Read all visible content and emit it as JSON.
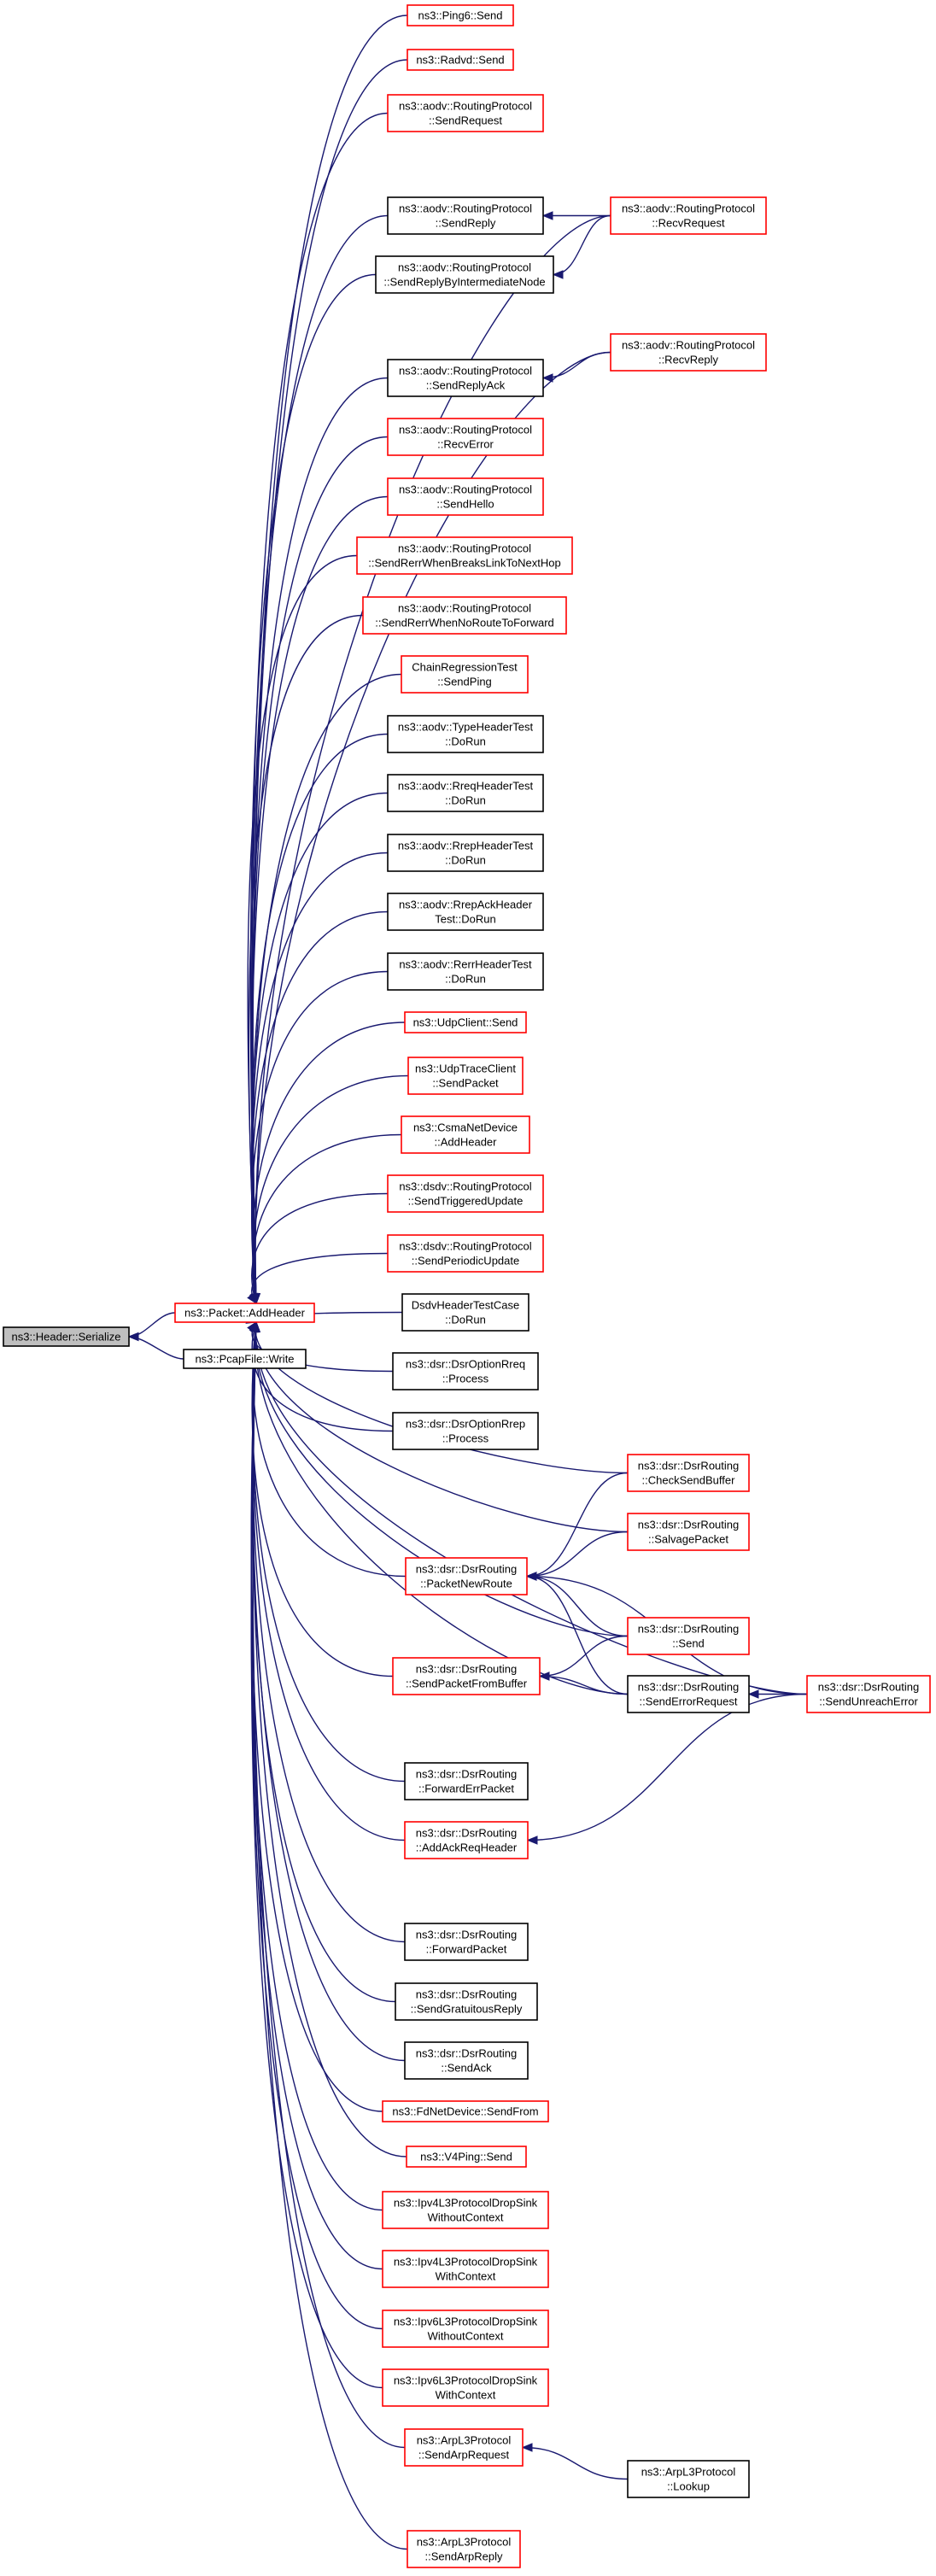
{
  "colors": {
    "edge": "#191970",
    "border_linked": "#ff0000",
    "border_plain": "#000000",
    "focus_fill": "#bfbfbf",
    "node_fill": "#ffffff"
  },
  "focus_node": {
    "id": "serialize",
    "lines": [
      "ns3::Header::Serialize"
    ]
  },
  "nodes": [
    {
      "id": "serialize",
      "lines": [
        "ns3::Header::Serialize"
      ],
      "style": "focus"
    },
    {
      "id": "addheader",
      "lines": [
        "ns3::Packet::AddHeader"
      ],
      "style": "linked"
    },
    {
      "id": "pcapwrite",
      "lines": [
        "ns3::PcapFile::Write"
      ],
      "style": "plain"
    },
    {
      "id": "ping6send",
      "lines": [
        "ns3::Ping6::Send"
      ],
      "style": "linked"
    },
    {
      "id": "radvdsend",
      "lines": [
        "ns3::Radvd::Send"
      ],
      "style": "linked"
    },
    {
      "id": "aodv_sendrequest",
      "lines": [
        "ns3::aodv::RoutingProtocol",
        "::SendRequest"
      ],
      "style": "linked"
    },
    {
      "id": "aodv_sendreply",
      "lines": [
        "ns3::aodv::RoutingProtocol",
        "::SendReply"
      ],
      "style": "plain"
    },
    {
      "id": "aodv_sendreplybyintermediate",
      "lines": [
        "ns3::aodv::RoutingProtocol",
        "::SendReplyByIntermediateNode"
      ],
      "style": "plain"
    },
    {
      "id": "aodv_sendreplyack",
      "lines": [
        "ns3::aodv::RoutingProtocol",
        "::SendReplyAck"
      ],
      "style": "plain"
    },
    {
      "id": "aodv_recverror",
      "lines": [
        "ns3::aodv::RoutingProtocol",
        "::RecvError"
      ],
      "style": "linked"
    },
    {
      "id": "aodv_sendhello",
      "lines": [
        "ns3::aodv::RoutingProtocol",
        "::SendHello"
      ],
      "style": "linked"
    },
    {
      "id": "aodv_sendrerrwhenbreaks",
      "lines": [
        "ns3::aodv::RoutingProtocol",
        "::SendRerrWhenBreaksLinkToNextHop"
      ],
      "style": "linked"
    },
    {
      "id": "aodv_sendrerrwhennoroute",
      "lines": [
        "ns3::aodv::RoutingProtocol",
        "::SendRerrWhenNoRouteToForward"
      ],
      "style": "linked"
    },
    {
      "id": "chainregression",
      "lines": [
        "ChainRegressionTest",
        "::SendPing"
      ],
      "style": "linked"
    },
    {
      "id": "typeheadertest",
      "lines": [
        "ns3::aodv::TypeHeaderTest",
        "::DoRun"
      ],
      "style": "plain"
    },
    {
      "id": "rreqheadertest",
      "lines": [
        "ns3::aodv::RreqHeaderTest",
        "::DoRun"
      ],
      "style": "plain"
    },
    {
      "id": "rrepheadertest",
      "lines": [
        "ns3::aodv::RrepHeaderTest",
        "::DoRun"
      ],
      "style": "plain"
    },
    {
      "id": "rrepackheadertest",
      "lines": [
        "ns3::aodv::RrepAckHeader",
        "Test::DoRun"
      ],
      "style": "plain"
    },
    {
      "id": "rerrheadertest",
      "lines": [
        "ns3::aodv::RerrHeaderTest",
        "::DoRun"
      ],
      "style": "plain"
    },
    {
      "id": "udpclientsend",
      "lines": [
        "ns3::UdpClient::Send"
      ],
      "style": "linked"
    },
    {
      "id": "udptraceclient",
      "lines": [
        "ns3::UdpTraceClient",
        "::SendPacket"
      ],
      "style": "linked"
    },
    {
      "id": "csmaaddheader",
      "lines": [
        "ns3::CsmaNetDevice",
        "::AddHeader"
      ],
      "style": "linked"
    },
    {
      "id": "dsdv_triggered",
      "lines": [
        "ns3::dsdv::RoutingProtocol",
        "::SendTriggeredUpdate"
      ],
      "style": "linked"
    },
    {
      "id": "dsdv_periodic",
      "lines": [
        "ns3::dsdv::RoutingProtocol",
        "::SendPeriodicUpdate"
      ],
      "style": "linked"
    },
    {
      "id": "dsdvheadertest",
      "lines": [
        "DsdvHeaderTestCase",
        "::DoRun"
      ],
      "style": "plain"
    },
    {
      "id": "dsroptionrreq",
      "lines": [
        "ns3::dsr::DsrOptionRreq",
        "::Process"
      ],
      "style": "plain"
    },
    {
      "id": "dsroptionrrep",
      "lines": [
        "ns3::dsr::DsrOptionRrep",
        "::Process"
      ],
      "style": "plain"
    },
    {
      "id": "dsr_packetnewroute",
      "lines": [
        "ns3::dsr::DsrRouting",
        "::PacketNewRoute"
      ],
      "style": "linked"
    },
    {
      "id": "dsr_sendpacketfrombuffer",
      "lines": [
        "ns3::dsr::DsrRouting",
        "::SendPacketFromBuffer"
      ],
      "style": "linked"
    },
    {
      "id": "dsr_forwarderrpacket",
      "lines": [
        "ns3::dsr::DsrRouting",
        "::ForwardErrPacket"
      ],
      "style": "plain"
    },
    {
      "id": "dsr_addackreqheader",
      "lines": [
        "ns3::dsr::DsrRouting",
        "::AddAckReqHeader"
      ],
      "style": "linked"
    },
    {
      "id": "dsr_forwardpacket",
      "lines": [
        "ns3::dsr::DsrRouting",
        "::ForwardPacket"
      ],
      "style": "plain"
    },
    {
      "id": "dsr_sendgratuitousreply",
      "lines": [
        "ns3::dsr::DsrRouting",
        "::SendGratuitousReply"
      ],
      "style": "plain"
    },
    {
      "id": "dsr_sendack",
      "lines": [
        "ns3::dsr::DsrRouting",
        "::SendAck"
      ],
      "style": "plain"
    },
    {
      "id": "fdsendfrom",
      "lines": [
        "ns3::FdNetDevice::SendFrom"
      ],
      "style": "linked"
    },
    {
      "id": "v4pingsend",
      "lines": [
        "ns3::V4Ping::Send"
      ],
      "style": "linked"
    },
    {
      "id": "ipv4dropwithout",
      "lines": [
        "ns3::Ipv4L3ProtocolDropSink",
        "WithoutContext"
      ],
      "style": "linked"
    },
    {
      "id": "ipv4dropwith",
      "lines": [
        "ns3::Ipv4L3ProtocolDropSink",
        "WithContext"
      ],
      "style": "linked"
    },
    {
      "id": "ipv6dropwithout",
      "lines": [
        "ns3::Ipv6L3ProtocolDropSink",
        "WithoutContext"
      ],
      "style": "linked"
    },
    {
      "id": "ipv6dropwith",
      "lines": [
        "ns3::Ipv6L3ProtocolDropSink",
        "WithContext"
      ],
      "style": "linked"
    },
    {
      "id": "arpsendrequest",
      "lines": [
        "ns3::ArpL3Protocol",
        "::SendArpRequest"
      ],
      "style": "linked"
    },
    {
      "id": "arpsendreply",
      "lines": [
        "ns3::ArpL3Protocol",
        "::SendArpReply"
      ],
      "style": "linked"
    },
    {
      "id": "aodv_recvrequest",
      "lines": [
        "ns3::aodv::RoutingProtocol",
        "::RecvRequest"
      ],
      "style": "linked"
    },
    {
      "id": "aodv_recvreply",
      "lines": [
        "ns3::aodv::RoutingProtocol",
        "::RecvReply"
      ],
      "style": "linked"
    },
    {
      "id": "dsr_checksendbuffer",
      "lines": [
        "ns3::dsr::DsrRouting",
        "::CheckSendBuffer"
      ],
      "style": "linked"
    },
    {
      "id": "dsr_salvagepacket",
      "lines": [
        "ns3::dsr::DsrRouting",
        "::SalvagePacket"
      ],
      "style": "linked"
    },
    {
      "id": "dsr_send",
      "lines": [
        "ns3::dsr::DsrRouting",
        "::Send"
      ],
      "style": "linked"
    },
    {
      "id": "dsr_senderrorrequest",
      "lines": [
        "ns3::dsr::DsrRouting",
        "::SendErrorRequest"
      ],
      "style": "plain"
    },
    {
      "id": "dsr_sendunreacherror",
      "lines": [
        "ns3::dsr::DsrRouting",
        "::SendUnreachError"
      ],
      "style": "linked"
    },
    {
      "id": "arplookup",
      "lines": [
        "ns3::ArpL3Protocol",
        "::Lookup"
      ],
      "style": "plain"
    }
  ],
  "edges": [
    [
      "addheader",
      "serialize"
    ],
    [
      "pcapwrite",
      "serialize"
    ],
    [
      "ping6send",
      "addheader"
    ],
    [
      "radvdsend",
      "addheader"
    ],
    [
      "aodv_sendrequest",
      "addheader"
    ],
    [
      "aodv_sendreply",
      "addheader"
    ],
    [
      "aodv_sendreplybyintermediate",
      "addheader"
    ],
    [
      "aodv_sendreplyack",
      "addheader"
    ],
    [
      "aodv_recverror",
      "addheader"
    ],
    [
      "aodv_sendhello",
      "addheader"
    ],
    [
      "aodv_sendrerrwhenbreaks",
      "addheader"
    ],
    [
      "aodv_sendrerrwhennoroute",
      "addheader"
    ],
    [
      "chainregression",
      "addheader"
    ],
    [
      "typeheadertest",
      "addheader"
    ],
    [
      "rreqheadertest",
      "addheader"
    ],
    [
      "rrepheadertest",
      "addheader"
    ],
    [
      "rrepackheadertest",
      "addheader"
    ],
    [
      "rerrheadertest",
      "addheader"
    ],
    [
      "udpclientsend",
      "addheader"
    ],
    [
      "udptraceclient",
      "addheader"
    ],
    [
      "csmaaddheader",
      "addheader"
    ],
    [
      "dsdv_triggered",
      "addheader"
    ],
    [
      "dsdv_periodic",
      "addheader"
    ],
    [
      "dsdvheadertest",
      "addheader"
    ],
    [
      "dsroptionrreq",
      "addheader"
    ],
    [
      "dsroptionrrep",
      "addheader"
    ],
    [
      "dsr_packetnewroute",
      "addheader"
    ],
    [
      "dsr_sendpacketfrombuffer",
      "addheader"
    ],
    [
      "dsr_forwarderrpacket",
      "addheader"
    ],
    [
      "dsr_addackreqheader",
      "addheader"
    ],
    [
      "dsr_forwardpacket",
      "addheader"
    ],
    [
      "dsr_sendgratuitousreply",
      "addheader"
    ],
    [
      "dsr_sendack",
      "addheader"
    ],
    [
      "fdsendfrom",
      "addheader"
    ],
    [
      "v4pingsend",
      "addheader"
    ],
    [
      "ipv4dropwithout",
      "addheader"
    ],
    [
      "ipv4dropwith",
      "addheader"
    ],
    [
      "ipv6dropwithout",
      "addheader"
    ],
    [
      "ipv6dropwith",
      "addheader"
    ],
    [
      "arpsendrequest",
      "addheader"
    ],
    [
      "arpsendreply",
      "addheader"
    ],
    [
      "aodv_recvrequest",
      "addheader"
    ],
    [
      "aodv_recvreply",
      "addheader"
    ],
    [
      "dsr_checksendbuffer",
      "addheader"
    ],
    [
      "dsr_salvagepacket",
      "addheader"
    ],
    [
      "dsr_send",
      "addheader"
    ],
    [
      "dsr_senderrorrequest",
      "addheader"
    ],
    [
      "dsr_sendunreacherror",
      "addheader"
    ],
    [
      "aodv_recvrequest",
      "aodv_sendreply"
    ],
    [
      "aodv_recvrequest",
      "aodv_sendreplybyintermediate"
    ],
    [
      "aodv_recvreply",
      "aodv_sendreplyack"
    ],
    [
      "dsr_checksendbuffer",
      "dsr_packetnewroute"
    ],
    [
      "dsr_salvagepacket",
      "dsr_packetnewroute"
    ],
    [
      "dsr_send",
      "dsr_packetnewroute"
    ],
    [
      "dsr_senderrorrequest",
      "dsr_packetnewroute"
    ],
    [
      "dsr_sendunreacherror",
      "dsr_packetnewroute"
    ],
    [
      "dsr_send",
      "dsr_sendpacketfrombuffer"
    ],
    [
      "dsr_senderrorrequest",
      "dsr_sendpacketfrombuffer"
    ],
    [
      "dsr_sendunreacherror",
      "dsr_senderrorrequest"
    ],
    [
      "dsr_sendunreacherror",
      "dsr_addackreqheader"
    ],
    [
      "arplookup",
      "arpsendrequest"
    ]
  ]
}
